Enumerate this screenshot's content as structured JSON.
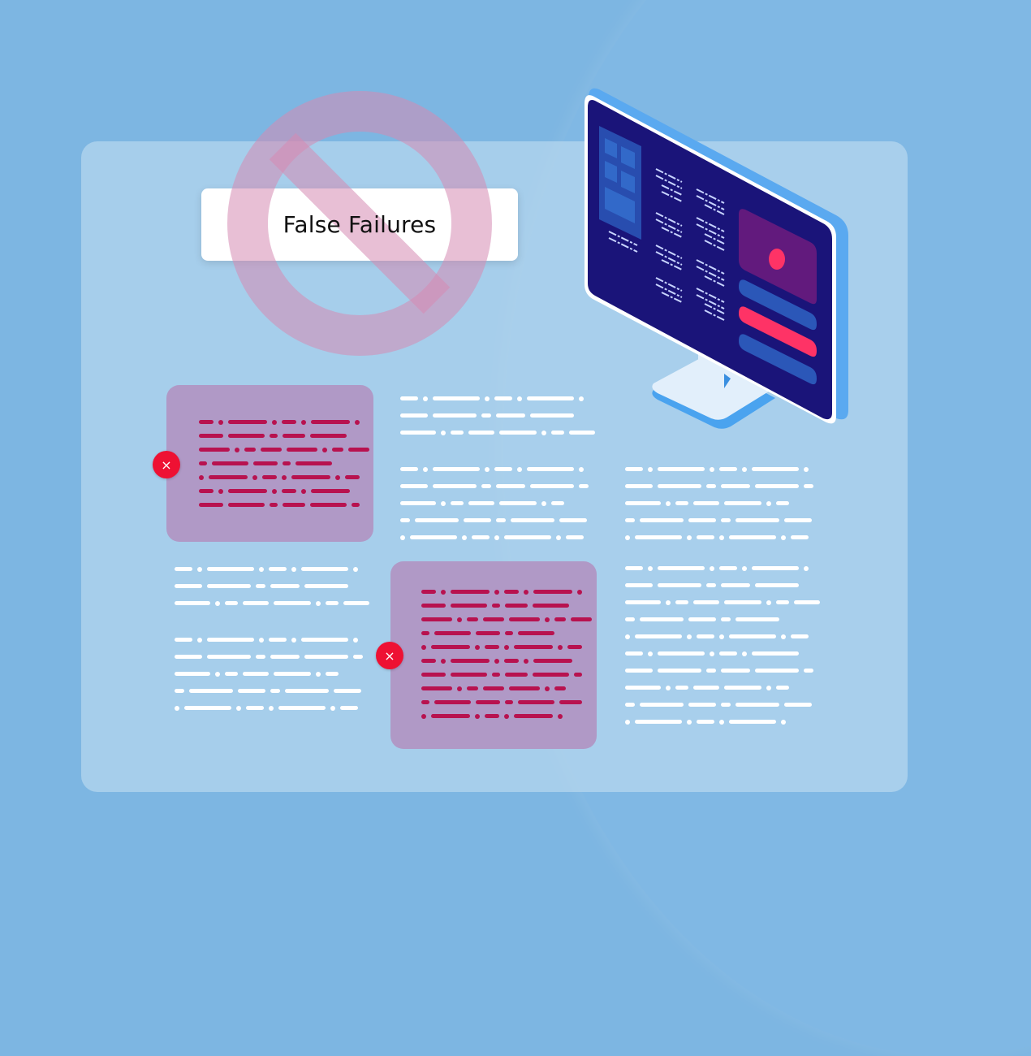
{
  "title_card": {
    "text": "False Failures"
  },
  "colors": {
    "background": "#7db6e2",
    "panel": "#b5d6ee",
    "fail_card": "#b096c4",
    "fail_line": "#b8124f",
    "error_badge": "#ee1133",
    "no_sign": "#d787b0",
    "monitor_screen": "#1a1479",
    "monitor_frame": "#5aa9f0",
    "monitor_accent_pink": "#fe3366",
    "monitor_accent_purple": "#621a7d",
    "monitor_accent_blue": "#2b57b8"
  },
  "icons": {
    "prohibited": "no-entry-sign",
    "error_badge_glyph": "×",
    "monitor": "desktop-monitor"
  },
  "error_badges": [
    {
      "glyph": "×"
    },
    {
      "glyph": "×"
    }
  ]
}
